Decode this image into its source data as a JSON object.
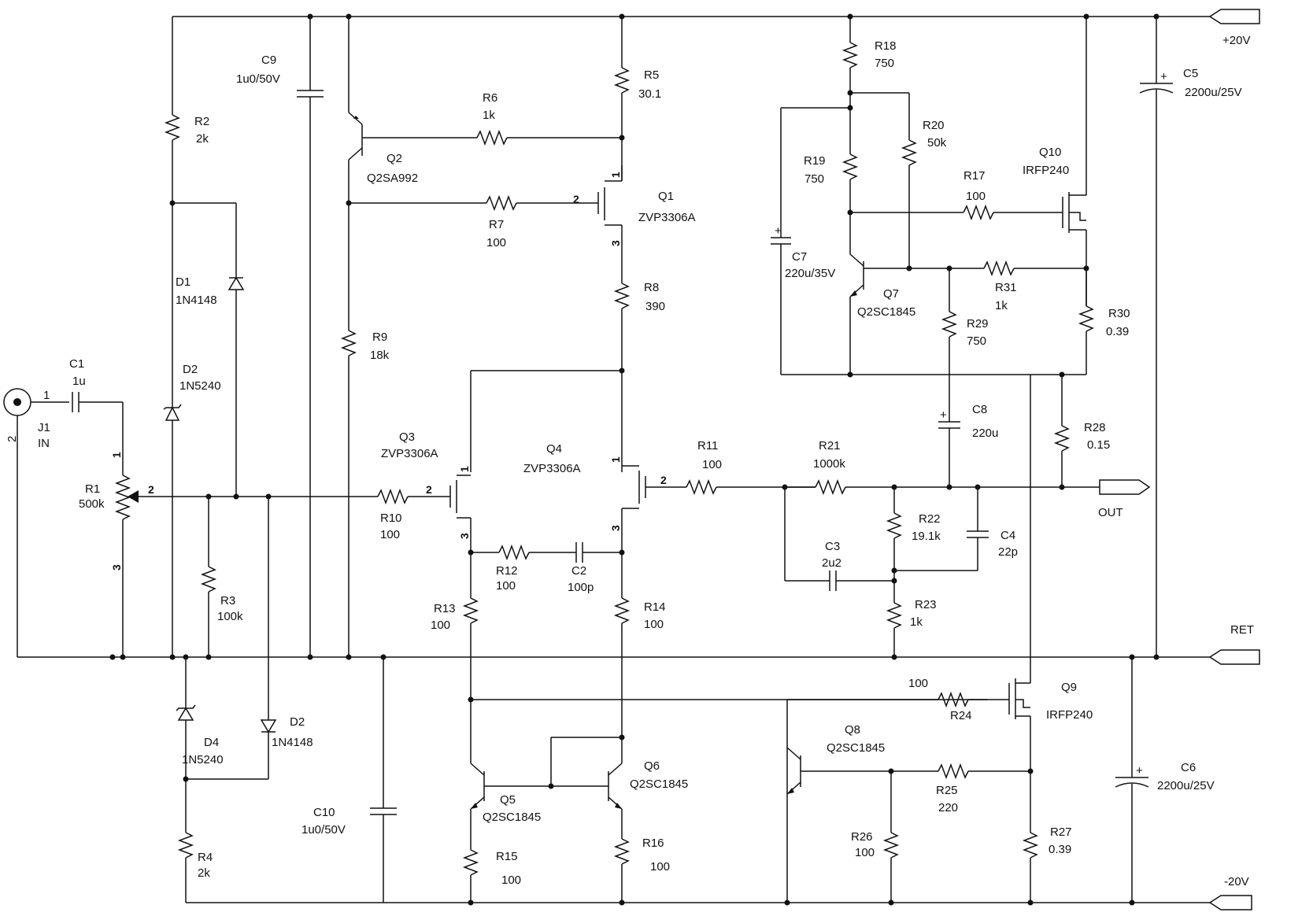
{
  "rails": {
    "pos": "+20V",
    "ret": "RET",
    "neg": "-20V",
    "out": "OUT"
  },
  "J1": {
    "ref": "J1",
    "value": "IN",
    "pin1": "1",
    "pin2": "2"
  },
  "C1": {
    "ref": "C1",
    "value": "1u"
  },
  "R1": {
    "ref": "R1",
    "value": "500k",
    "pin1": "1",
    "pin2": "2",
    "pin3": "3"
  },
  "C9": {
    "ref": "C9",
    "value": "1u0/50V"
  },
  "R2": {
    "ref": "R2",
    "value": "2k"
  },
  "D1": {
    "ref": "D1",
    "value": "1N4148"
  },
  "D2z": {
    "ref": "D2",
    "value": "1N5240"
  },
  "R3": {
    "ref": "R3",
    "value": "100k"
  },
  "D4": {
    "ref": "D4",
    "value": "1N5240"
  },
  "D2b": {
    "ref": "D2",
    "value": "1N4148"
  },
  "R4": {
    "ref": "R4",
    "value": "2k"
  },
  "C10": {
    "ref": "C10",
    "value": "1u0/50V"
  },
  "Q2": {
    "ref": "Q2",
    "value": "Q2SA992"
  },
  "R6": {
    "ref": "R6",
    "value": "1k"
  },
  "R7": {
    "ref": "R7",
    "value": "100"
  },
  "R9": {
    "ref": "R9",
    "value": "18k"
  },
  "R5": {
    "ref": "R5",
    "value": "30.1"
  },
  "Q1": {
    "ref": "Q1",
    "value": "ZVP3306A",
    "pin1": "1",
    "pin2": "2",
    "pin3": "3"
  },
  "R8": {
    "ref": "R8",
    "value": "390"
  },
  "Q3": {
    "ref": "Q3",
    "value": "ZVP3306A",
    "pin1": "1",
    "pin2": "2",
    "pin3": "3"
  },
  "Q4": {
    "ref": "Q4",
    "value": "ZVP3306A",
    "pin1": "1",
    "pin2": "2",
    "pin3": "3"
  },
  "R10": {
    "ref": "R10",
    "value": "100"
  },
  "R12": {
    "ref": "R12",
    "value": "100"
  },
  "C2": {
    "ref": "C2",
    "value": "100p"
  },
  "R13": {
    "ref": "R13",
    "value": "100"
  },
  "R14": {
    "ref": "R14",
    "value": "100"
  },
  "Q5": {
    "ref": "Q5",
    "value": "Q2SC1845"
  },
  "Q6": {
    "ref": "Q6",
    "value": "Q2SC1845"
  },
  "R15": {
    "ref": "R15",
    "value": "100"
  },
  "R16": {
    "ref": "R16",
    "value": "100"
  },
  "R11": {
    "ref": "R11",
    "value": "100"
  },
  "R21": {
    "ref": "R21",
    "value": "1000k"
  },
  "R22": {
    "ref": "R22",
    "value": "19.1k"
  },
  "C3": {
    "ref": "C3",
    "value": "2u2"
  },
  "C4": {
    "ref": "C4",
    "value": "22p"
  },
  "R23": {
    "ref": "R23",
    "value": "1k"
  },
  "R18": {
    "ref": "R18",
    "value": "750"
  },
  "R19": {
    "ref": "R19",
    "value": "750"
  },
  "R20": {
    "ref": "R20",
    "value": "50k"
  },
  "C7": {
    "ref": "C7",
    "value": "220u/35V"
  },
  "Q7": {
    "ref": "Q7",
    "value": "Q2SC1845"
  },
  "R17": {
    "ref": "R17",
    "value": "100"
  },
  "Q10": {
    "ref": "Q10",
    "value": "IRFP240"
  },
  "R31": {
    "ref": "R31",
    "value": "1k"
  },
  "R29": {
    "ref": "R29",
    "value": "750"
  },
  "R30": {
    "ref": "R30",
    "value": "0.39"
  },
  "C8": {
    "ref": "C8",
    "value": "220u"
  },
  "R28": {
    "ref": "R28",
    "value": "0.15"
  },
  "C5": {
    "ref": "C5",
    "value": "2200u/25V"
  },
  "C6": {
    "ref": "C6",
    "value": "2200u/25V"
  },
  "Q8": {
    "ref": "Q8",
    "value": "Q2SC1845"
  },
  "R24": {
    "ref": "R24",
    "value": "100"
  },
  "Q9": {
    "ref": "Q9",
    "value": "IRFP240"
  },
  "R25": {
    "ref": "R25",
    "value": "220"
  },
  "R26": {
    "ref": "R26",
    "value": "100"
  },
  "R27": {
    "ref": "R27",
    "value": "0.39"
  },
  "polarity": {
    "plus": "+"
  }
}
